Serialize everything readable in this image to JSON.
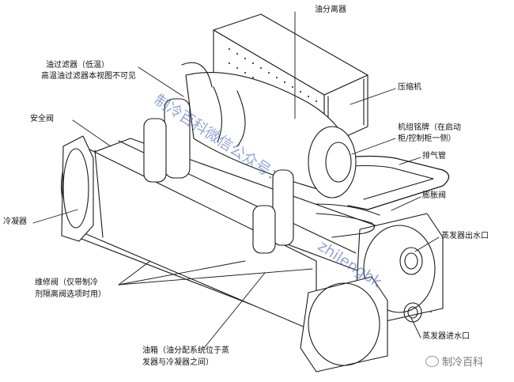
{
  "labels": {
    "oil_separator": "油分离器",
    "oil_filter_1": "油过滤器（低温）",
    "oil_filter_2": "高温油过滤器本视图不可见",
    "safety_valve": "安全阀",
    "compressor": "压缩机",
    "nameplate_1": "机组铭牌（在启动",
    "nameplate_2": "柜/控制柜一侧）",
    "discharge_pipe": "排气管",
    "condenser": "冷凝器",
    "expansion_valve": "膨胀阀",
    "evap_outlet": "蒸发器出水口",
    "service_valve_1": "维修阀（仅带制冷",
    "service_valve_2": "剂隔离阀选项时用）",
    "oil_tank_1": "油箱（油分配系统位于蒸",
    "oil_tank_2": "发器与冷凝器之间）",
    "evap_inlet": "蒸发器进水口"
  },
  "watermark": {
    "line_1": "制冷百科微信公众号：",
    "line_2": "zhilengbk"
  },
  "brand": {
    "name": "制冷百科"
  },
  "colors": {
    "ink": "#1a1a1a",
    "watermark": "#3a5fc0"
  }
}
